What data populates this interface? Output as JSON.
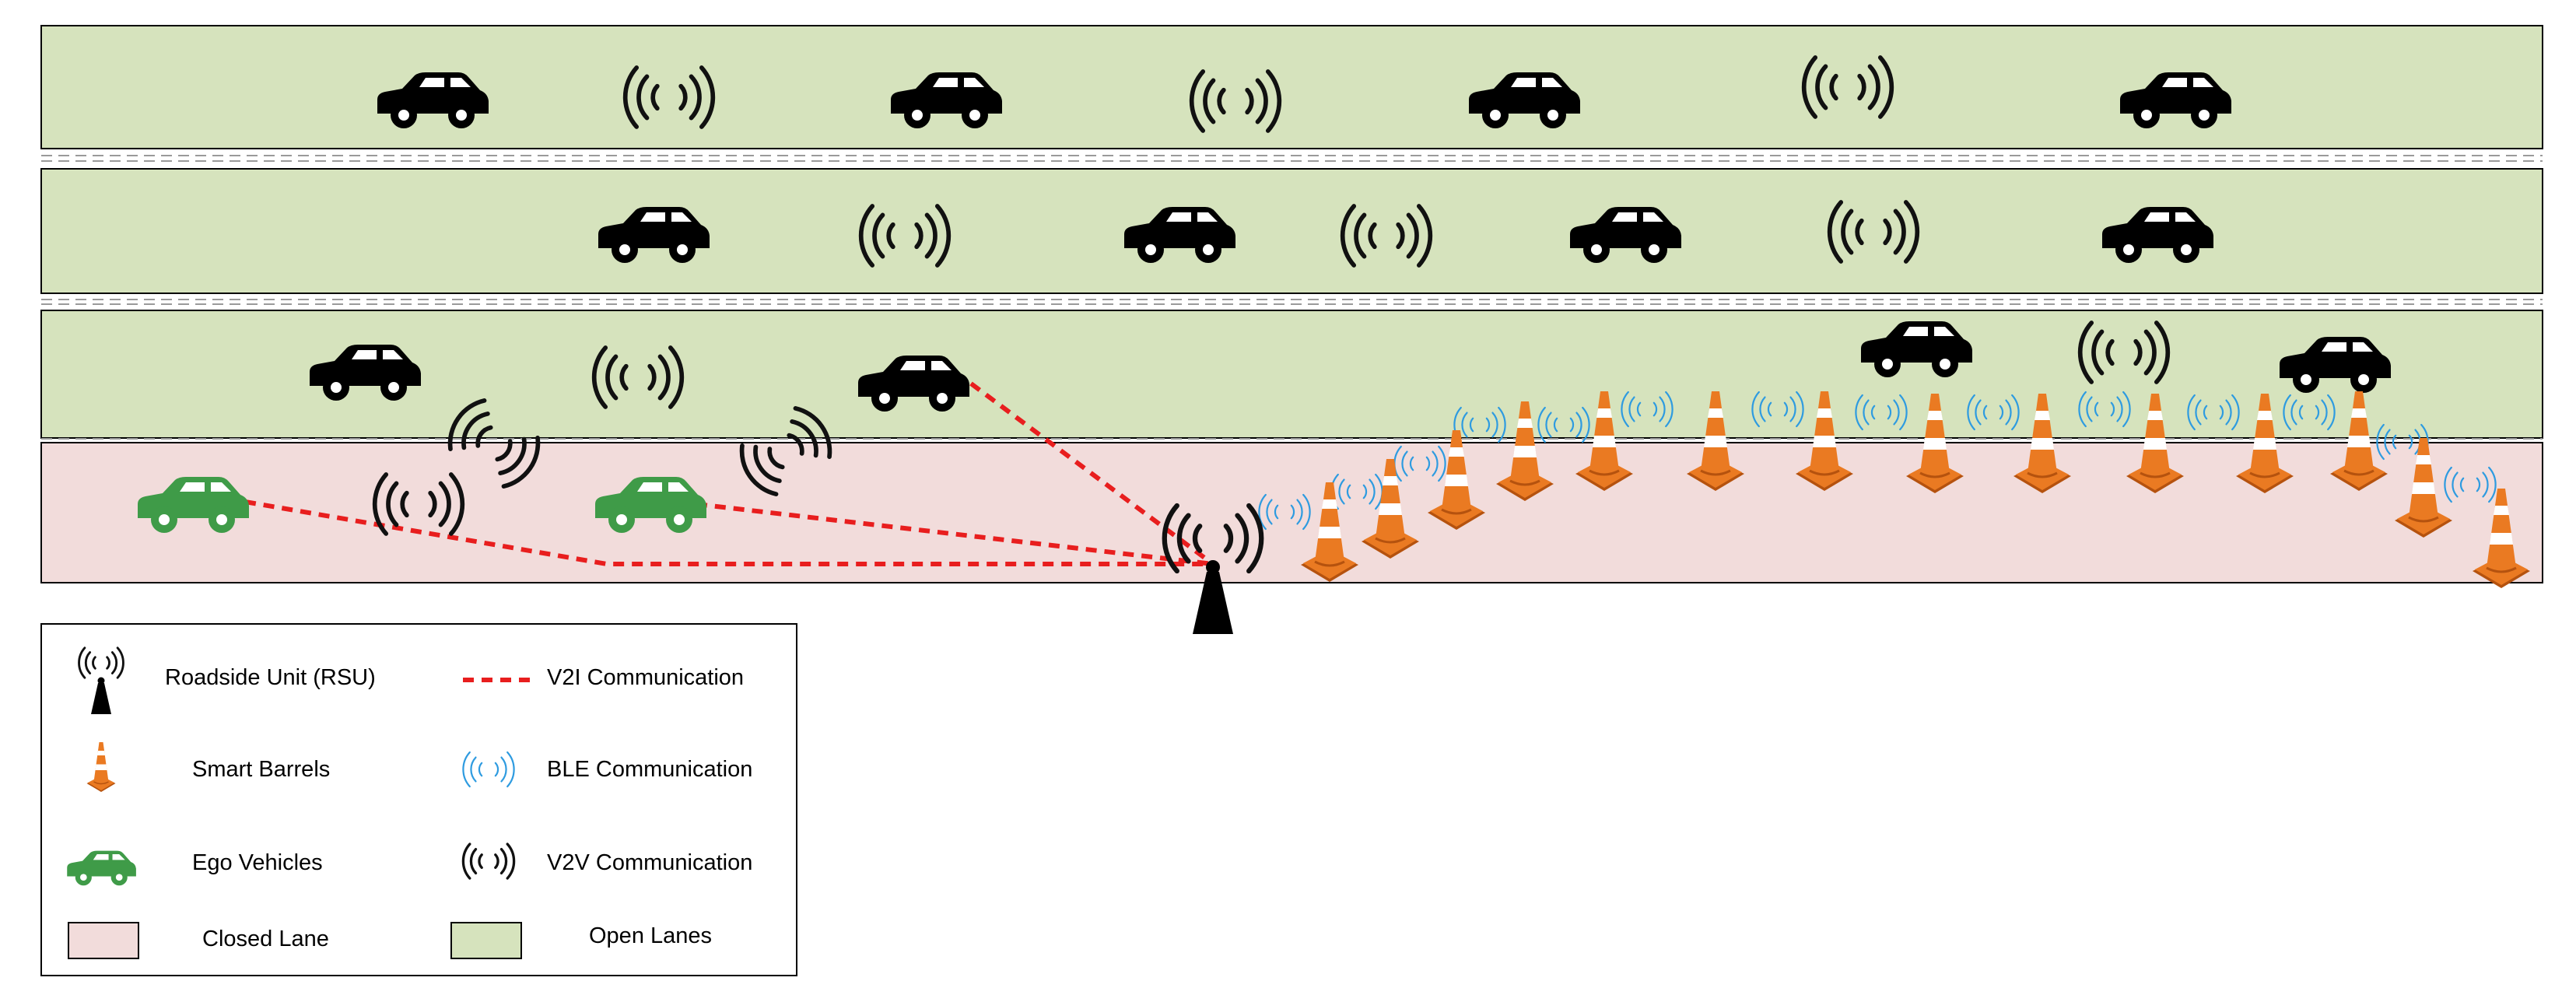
{
  "colors": {
    "open_lane": "#d6e3bd",
    "closed_lane": "#f2dcdb",
    "car": "#000000",
    "ego_car": "#3f9b48",
    "v2i_link": "#e81e1e",
    "ble_wave": "#2e9be0",
    "v2v_wave": "#111111",
    "cone_orange": "#ea7a22",
    "cone_dark": "#b5520e",
    "border": "#000000"
  },
  "road": {
    "open_lanes_count": 3,
    "closed_lanes_count": 1
  },
  "icons": {
    "car": "car-icon",
    "ego_vehicle": "ego-vehicle-icon",
    "v2v": "v2v-signal-icon",
    "ble": "ble-signal-icon",
    "barrel": "smart-barrel-icon",
    "rsu": "rsu-tower-icon"
  },
  "legend": {
    "rsu_label": "Roadside Unit (RSU)",
    "v2i_label": "V2I Communication",
    "barrels_label": "Smart Barrels",
    "ble_label": "BLE Communication",
    "ego_label": "Ego Vehicles",
    "v2v_label": "V2V Communication",
    "closed_label": "Closed Lane",
    "open_label": "Open Lanes"
  }
}
